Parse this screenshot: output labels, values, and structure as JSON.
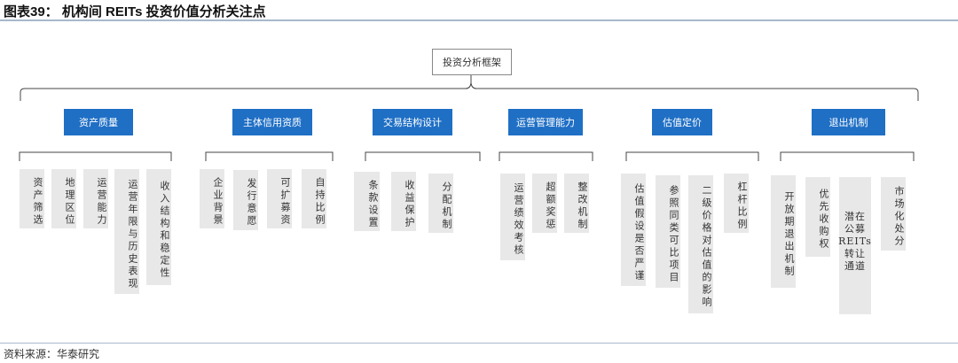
{
  "title": "图表39：  机构间 REITs 投资价值分析关注点",
  "root": "投资分析框架",
  "categories": [
    {
      "label": "资产质量",
      "items": [
        "资产筛选",
        "地理区位",
        "运营能力",
        "运营年限与历史表现",
        "收入结构和稳定性"
      ]
    },
    {
      "label": "主体信用资质",
      "items": [
        "企业背景",
        "发行意愿",
        "可扩募资",
        "自持比例"
      ]
    },
    {
      "label": "交易结构设计",
      "items": [
        "条款设置",
        "收益保护",
        "分配机制"
      ]
    },
    {
      "label": "运营管理能力",
      "items": [
        "运营绩效考核",
        "超额奖惩",
        "整改机制"
      ]
    },
    {
      "label": "估值定价",
      "items": [
        "估值假设是否严谨",
        "参照同类可比项目",
        "二级价格对估值的影响",
        "杠杆比例"
      ]
    },
    {
      "label": "退出机制",
      "items": [
        "开放期退出机制",
        "优先收购权",
        "潜在公募REITs转让通道",
        "市场化处分"
      ]
    }
  ],
  "reits_lines": [
    "潜在",
    "公募",
    "REITs",
    "转让",
    "通道"
  ],
  "source": "资料来源：华泰研究"
}
